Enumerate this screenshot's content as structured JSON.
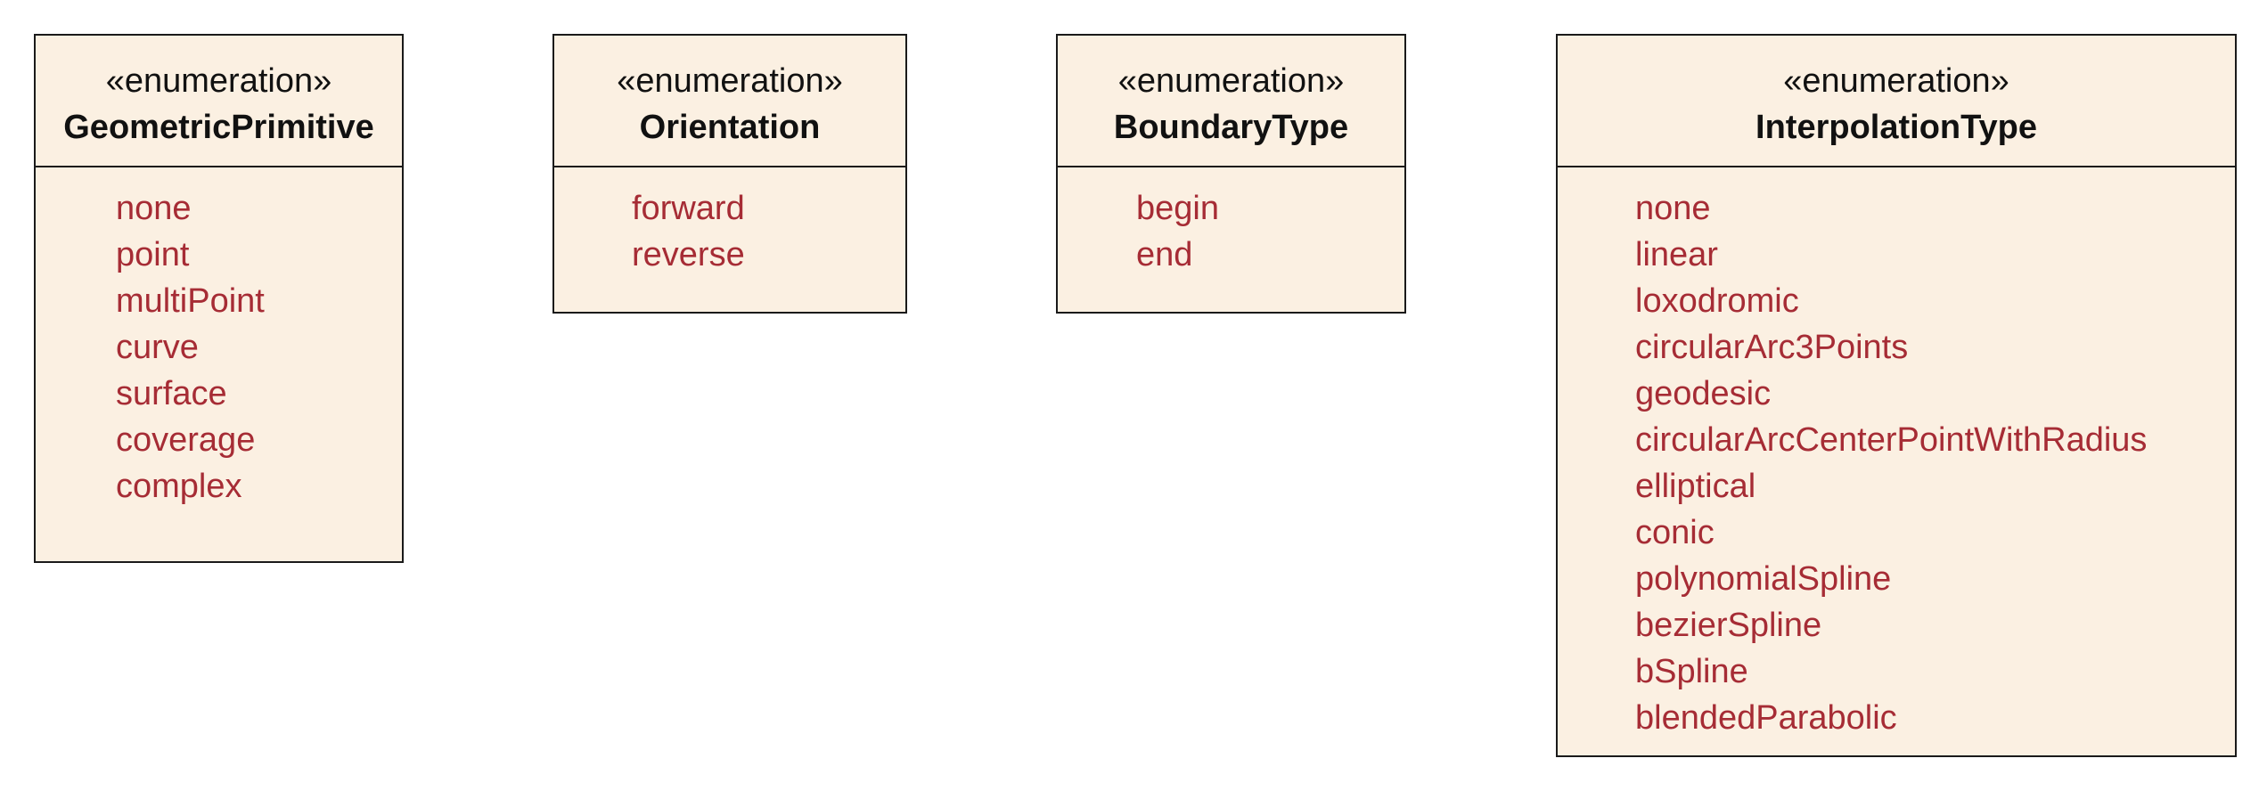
{
  "diagram": {
    "enumerations": [
      {
        "stereotype": "«enumeration»",
        "name": "GeometricPrimitive",
        "literals": [
          "none",
          "point",
          "multiPoint",
          "curve",
          "surface",
          "coverage",
          "complex"
        ]
      },
      {
        "stereotype": "«enumeration»",
        "name": "Orientation",
        "literals": [
          "forward",
          "reverse"
        ]
      },
      {
        "stereotype": "«enumeration»",
        "name": "BoundaryType",
        "literals": [
          "begin",
          "end"
        ]
      },
      {
        "stereotype": "«enumeration»",
        "name": "InterpolationType",
        "literals": [
          "none",
          "linear",
          "loxodromic",
          "circularArc3Points",
          "geodesic",
          "circularArcCenterPointWithRadius",
          "elliptical",
          "conic",
          "polynomialSpline",
          "bezierSpline",
          "bSpline",
          "blendedParabolic"
        ]
      }
    ],
    "colors": {
      "box_fill": "#fbf0e2",
      "border": "#1a1a1a",
      "literal_text": "#a62c35",
      "header_text": "#111111"
    }
  }
}
